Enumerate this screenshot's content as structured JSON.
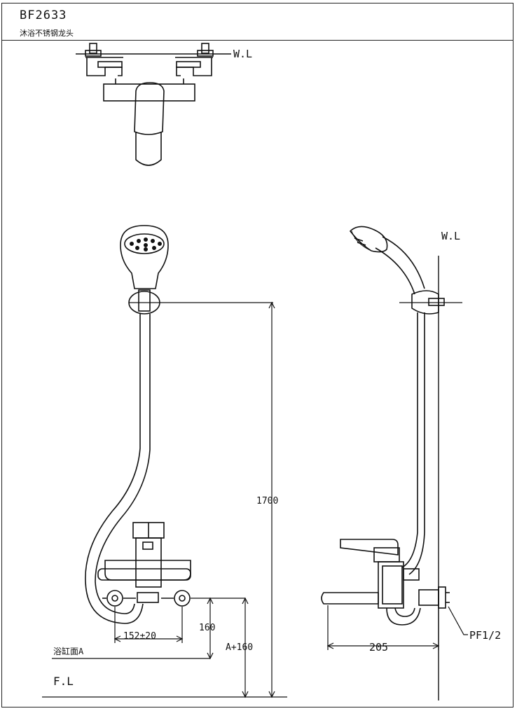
{
  "title_block": {
    "model": "BF2633",
    "description": "沐浴不锈钢龙头"
  },
  "views": {
    "top": {
      "water_line_label": "W.L"
    },
    "front": {
      "height_label": "1700",
      "spacing_label": "152±20",
      "offset_label": "160",
      "a_offset_label": "A+160",
      "bath_rim_label": "浴缸面A",
      "floor_label": "F.L"
    },
    "side": {
      "water_line_label": "W.L",
      "projection_label": "205",
      "thread_label": "PF1/2"
    }
  }
}
